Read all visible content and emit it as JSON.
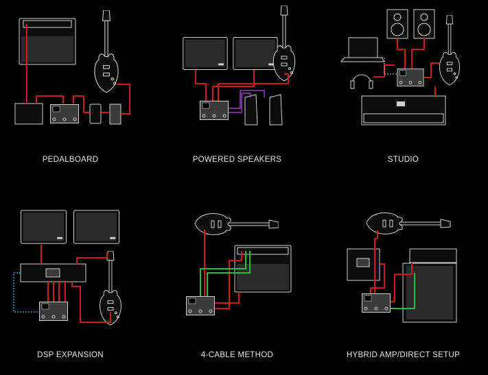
{
  "setups": [
    {
      "label": "PEDALBOARD"
    },
    {
      "label": "POWERED SPEAKERS"
    },
    {
      "label": "STUDIO"
    },
    {
      "label": "DSP EXPANSION"
    },
    {
      "label": "4-CABLE METHOD"
    },
    {
      "label": "HYBRID AMP/DIRECT SETUP"
    }
  ],
  "colors": {
    "background": "#000000",
    "signal_cable": "#d11919",
    "return_cable": "#1fbf3a",
    "expression_cable": "#a040c0",
    "link_cable": "#3aa0d8"
  }
}
